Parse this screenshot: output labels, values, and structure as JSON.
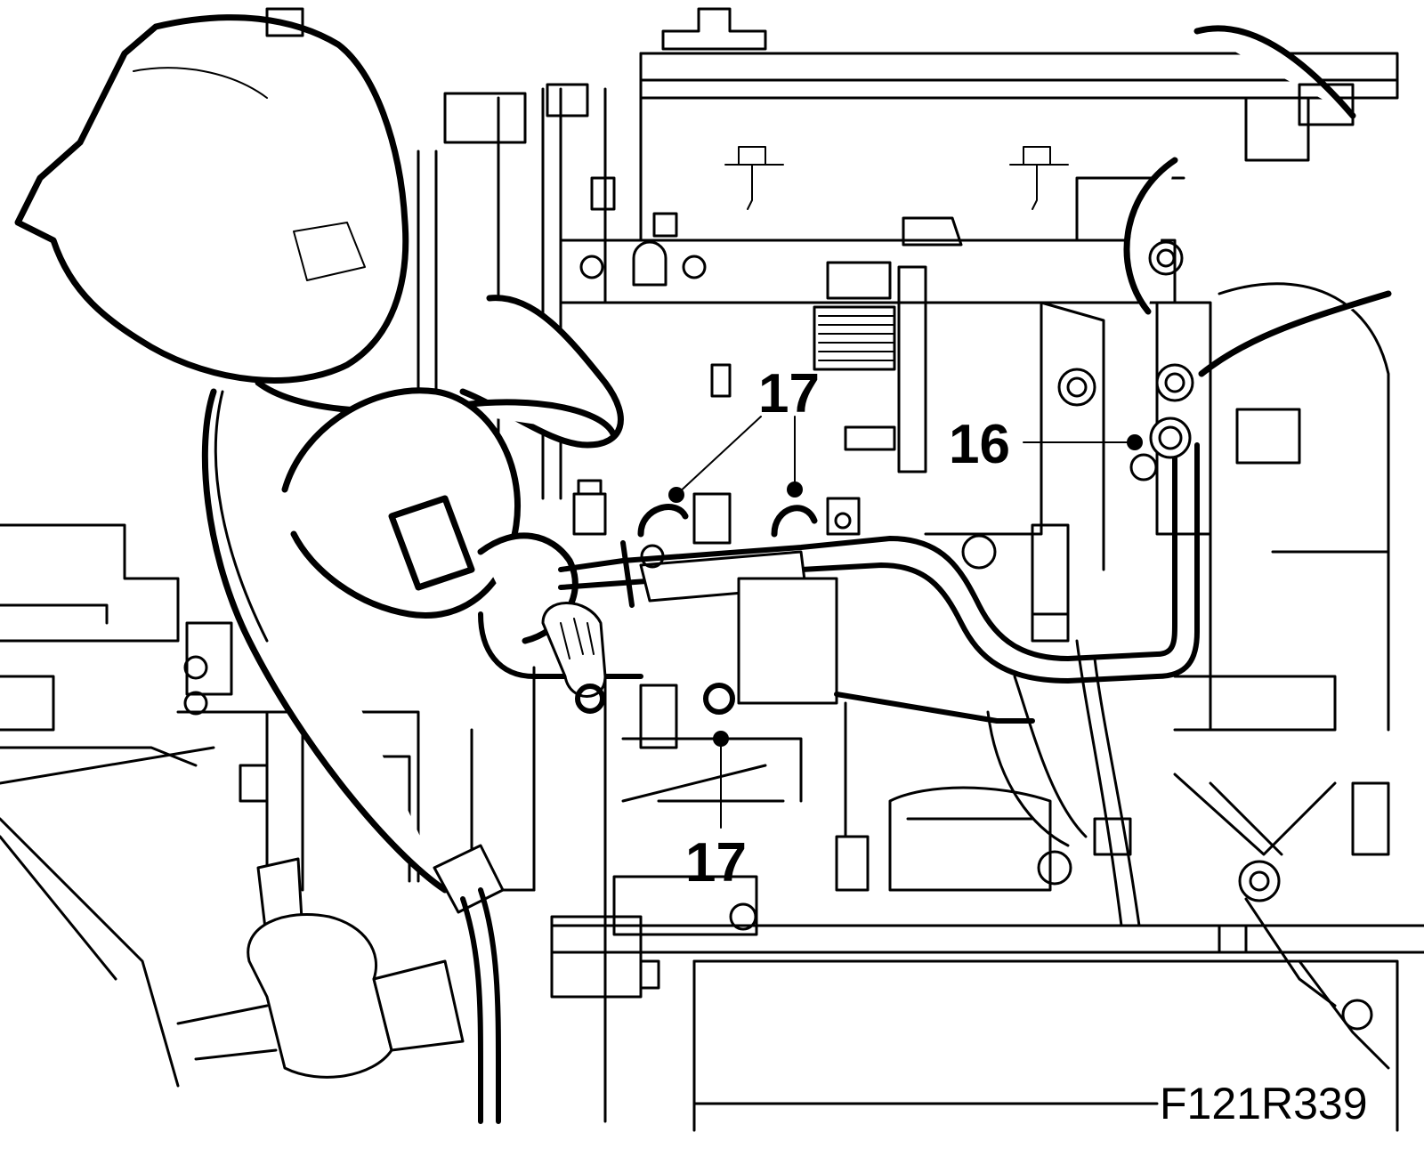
{
  "callouts": [
    {
      "id": "callout-17-top",
      "label": "17"
    },
    {
      "id": "callout-16",
      "label": "16"
    },
    {
      "id": "callout-17-bottom",
      "label": "17"
    }
  ],
  "figure_code": "F121R339"
}
